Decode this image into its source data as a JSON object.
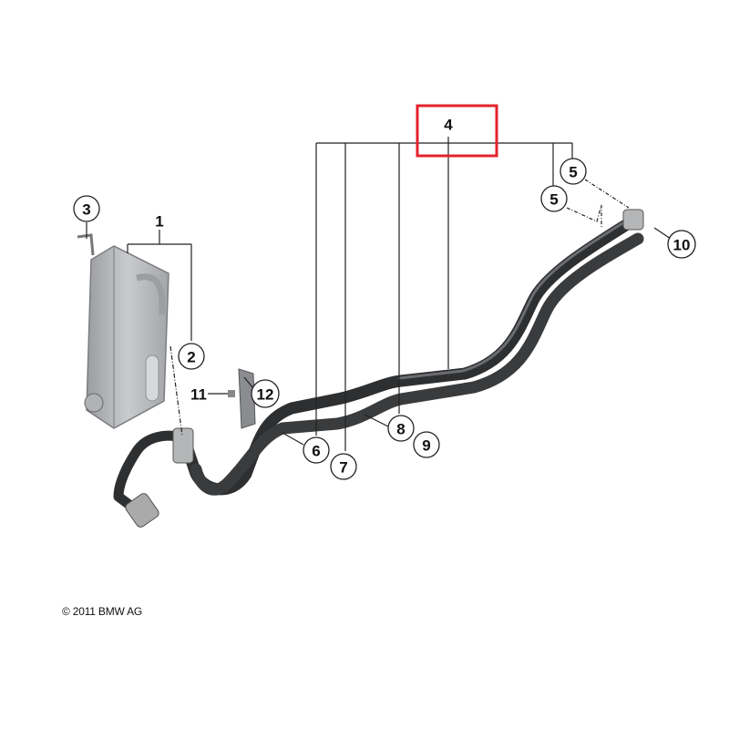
{
  "callouts": {
    "c1": "1",
    "c2": "2",
    "c3": "3",
    "c4": "4",
    "c5a": "5",
    "c5b": "5",
    "c6": "6",
    "c7": "7",
    "c8": "8",
    "c9": "9",
    "c10": "10",
    "c11": "11",
    "c12": "12"
  },
  "highlight": {
    "callout": "4",
    "color": "#e3232c"
  },
  "copyright": "© 2011 BMW AG"
}
